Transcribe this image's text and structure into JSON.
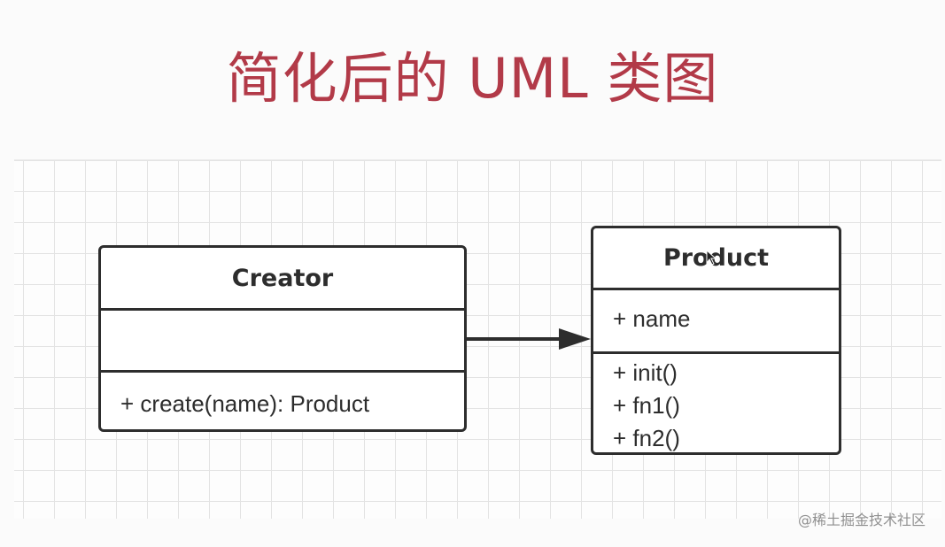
{
  "title": "简化后的 UML 类图",
  "diagram": {
    "classes": [
      {
        "name": "Creator",
        "attributes": [],
        "methods": [
          "+ create(name): Product"
        ]
      },
      {
        "name": "Product",
        "attributes": [
          "+ name"
        ],
        "methods": [
          "+ init()",
          "+ fn1()",
          "+ fn2()"
        ]
      }
    ],
    "relationship": {
      "from": "Creator",
      "to": "Product",
      "type": "association-arrow"
    }
  },
  "watermark": "@稀土掘金技术社区",
  "colors": {
    "title": "#b23a48",
    "line": "#2d2d2d",
    "grid": "#e3e3e3"
  },
  "icons": {
    "arrowhead": "filled-triangle-arrowhead",
    "cursor": "mouse-pointer-icon"
  }
}
